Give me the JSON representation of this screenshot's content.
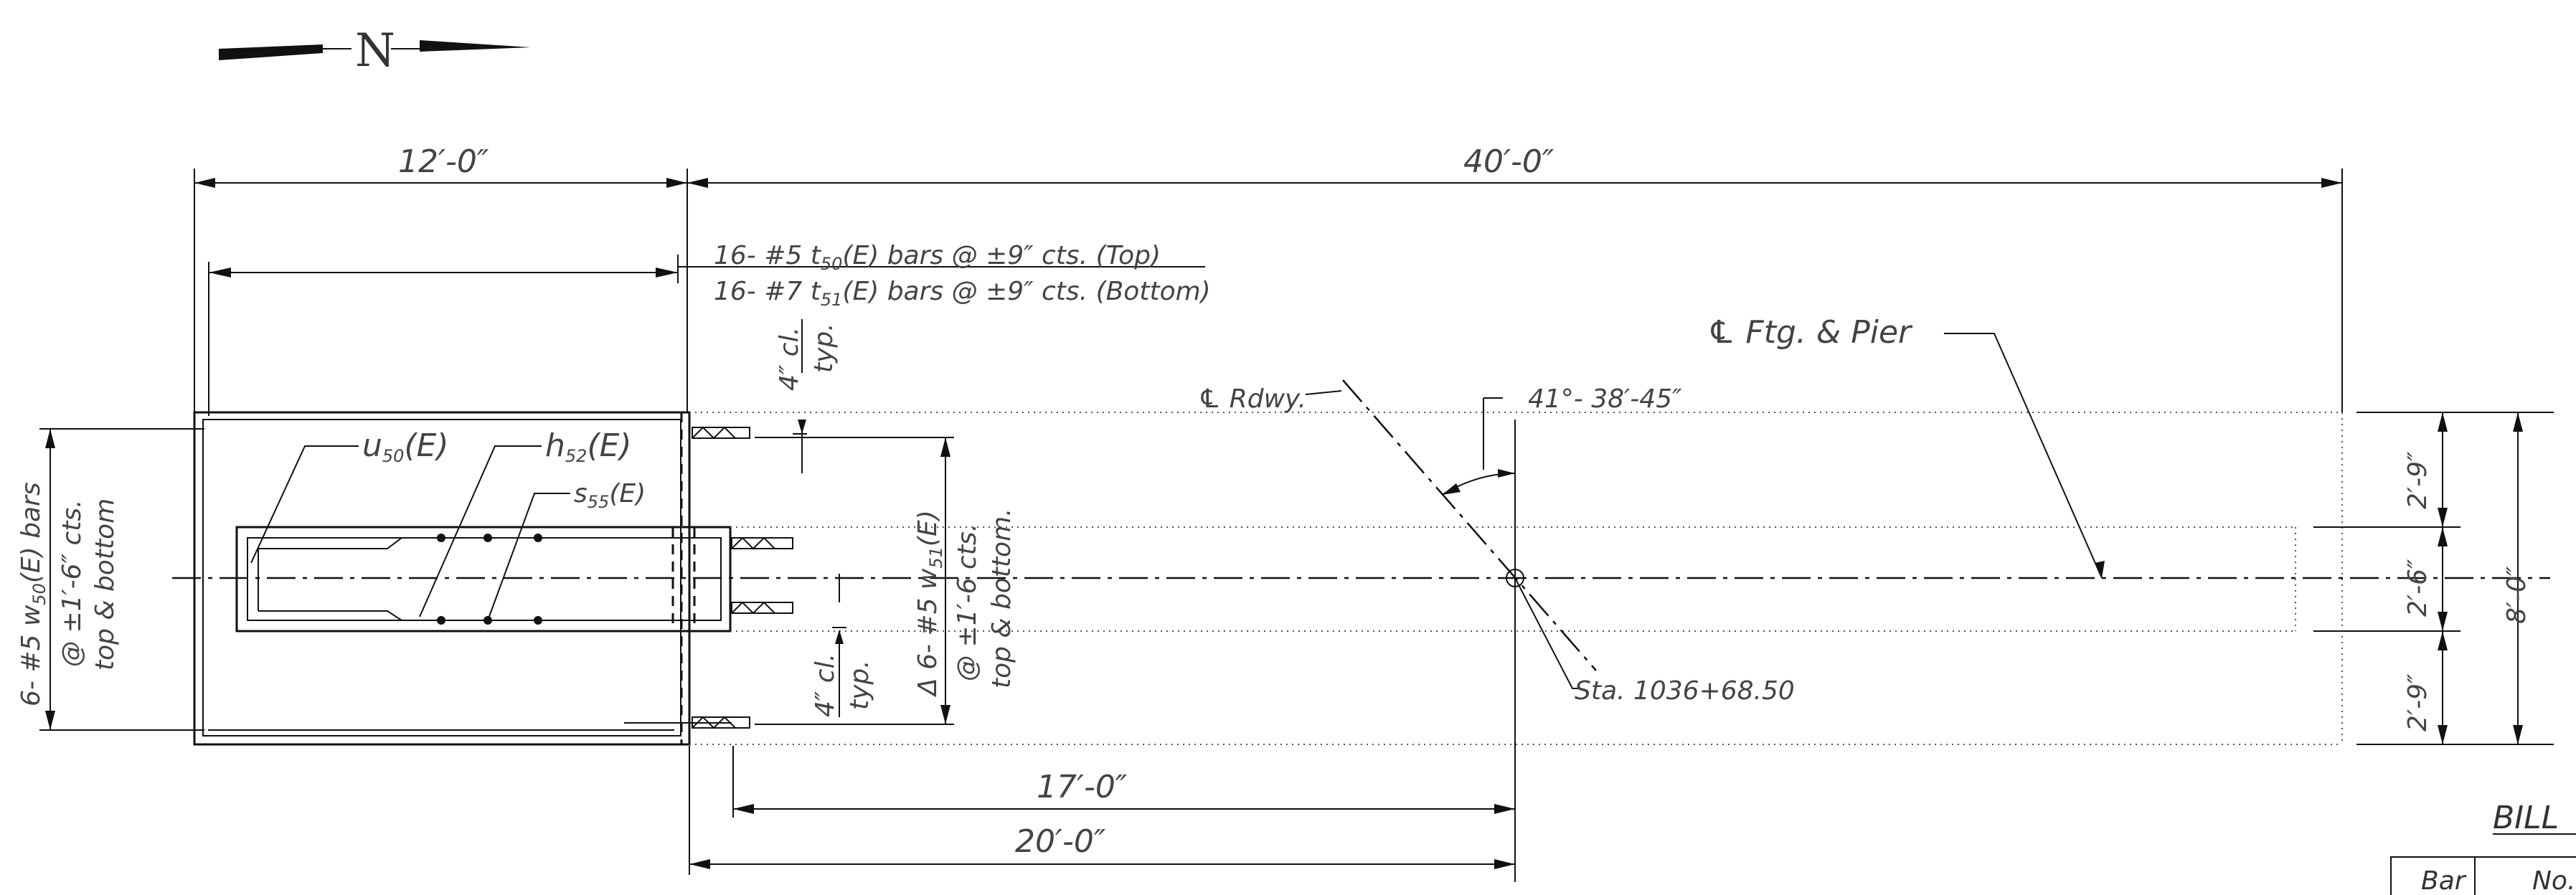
{
  "north_arrow": {
    "label": "N"
  },
  "dimensions": {
    "d_12": "12′-0″",
    "d_40": "40′-0″",
    "d_17": "17′-0″",
    "d_20": "20′-0″",
    "d_29_top": "2′-9″",
    "d_26": "2′-6″",
    "d_29_bot": "2′-9″",
    "d_8": "8′-0″"
  },
  "labels": {
    "top_bars_1": "16- #5 t",
    "top_bars_1_sub": "50",
    "top_bars_1_rest": "(E) bars @ ±9″ cts. (Top)",
    "top_bars_2": "16- #7 t",
    "top_bars_2_sub": "51",
    "top_bars_2_rest": "(E) bars @ ±9″ cts. (Bottom)",
    "cl_4_top": "4″ cl.",
    "typ_top": "typ.",
    "cl_4_bot": "4″ cl.",
    "typ_bot": "typ.",
    "ftg_pier": "℄ Ftg. & Pier",
    "rdwy": "℄ Rdwy.",
    "angle": "41°- 38′-45″",
    "sta": "Sta. 1036+68.50",
    "u50": "u",
    "u50_sub": "50",
    "u50_rest": "(E)",
    "h52": "h",
    "h52_sub": "52",
    "h52_rest": "(E)",
    "s55": "s",
    "s55_sub": "55",
    "s55_rest": "(E)",
    "w50_line1": "6- #5 w",
    "w50_sub": "50",
    "w50_line1_rest": "(E) bars",
    "w50_line2": "@ ±1′-6″ cts.",
    "w50_line3": "top & bottom",
    "w51_line1": "Δ 6- #5 w",
    "w51_sub": "51",
    "w51_line1_rest": "(E)",
    "w51_line2": "@ ±1′-6 cts.",
    "w51_line3": "top & bottom."
  },
  "bill_table": {
    "title": "BILL",
    "col_bar": "Bar",
    "col_no": "No."
  }
}
